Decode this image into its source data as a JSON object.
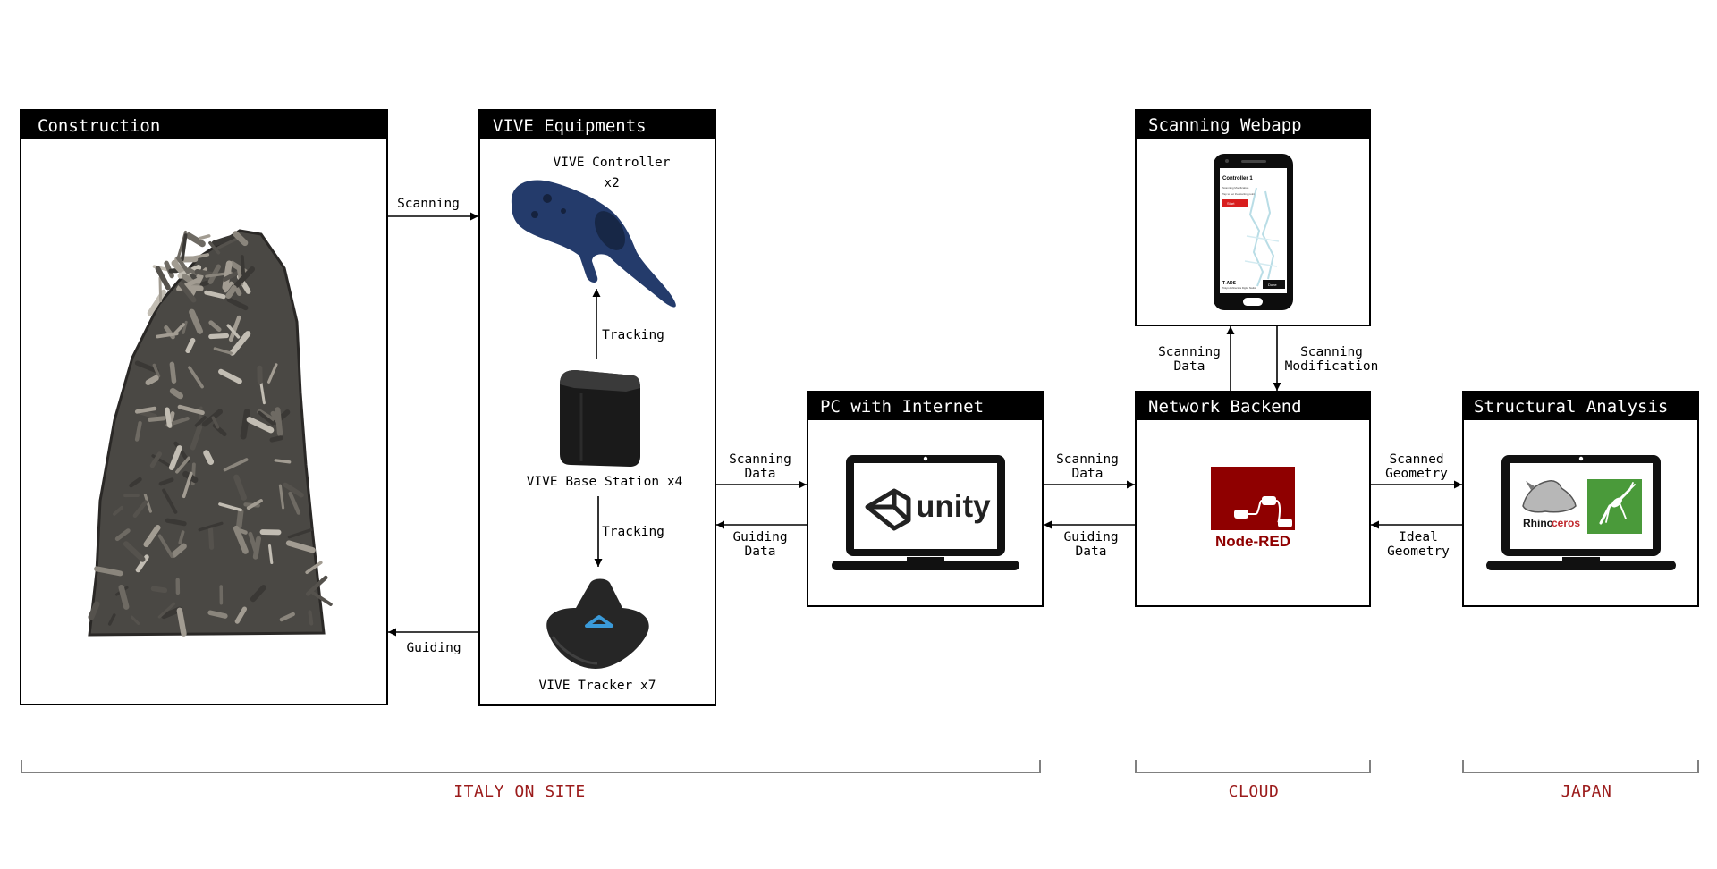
{
  "boxes": {
    "construction": "Construction",
    "vive": "VIVE Equipments",
    "pc": "PC with Internet",
    "webapp": "Scanning Webapp",
    "backend": "Network Backend",
    "analysis": "Structural Analysis"
  },
  "vive_items": {
    "controller_line1": "VIVE Controller",
    "controller_line2": "x2",
    "base_station": "VIVE Base Station x4",
    "tracker": "VIVE Tracker x7"
  },
  "arrows": {
    "scanning": "Scanning",
    "guiding": "Guiding",
    "tracking_up": "Tracking",
    "tracking_down": "Tracking",
    "vive_pc_scan_1": "Scanning",
    "vive_pc_scan_2": "Data",
    "vive_pc_guide_1": "Guiding",
    "vive_pc_guide_2": "Data",
    "pc_backend_scan_1": "Scanning",
    "pc_backend_scan_2": "Data",
    "pc_backend_guide_1": "Guiding",
    "pc_backend_guide_2": "Data",
    "webapp_up_1": "Scanning",
    "webapp_up_2": "Data",
    "webapp_down_1": "Scanning",
    "webapp_down_2": "Modification",
    "analysis_scan_1": "Scanned",
    "analysis_scan_2": "Geometry",
    "analysis_ideal_1": "Ideal",
    "analysis_ideal_2": "Geometry"
  },
  "logos": {
    "unity": "unity",
    "node_red": "Node-RED",
    "rhino_a": "Rhino",
    "rhino_b": "ceros"
  },
  "phone": {
    "heading": "Controller 1",
    "line1": "Scanning Modification",
    "line2": "Tap to set the starting point",
    "button": "Start",
    "footer": "T-ADS",
    "footer2": "Tokyo Architecture Digital Studio",
    "footer_button": "Done"
  },
  "locations": {
    "italy": "ITALY ON SITE",
    "cloud": "CLOUD",
    "japan": "JAPAN"
  },
  "colors": {
    "title_bar": "#000000",
    "location_text": "#9b1b1b",
    "bracket": "#808080",
    "node_red": "#8f0000",
    "controller": "#243b6b",
    "tracker_accent": "#3a9ad9",
    "grasshopper": "#4a9a3a"
  }
}
